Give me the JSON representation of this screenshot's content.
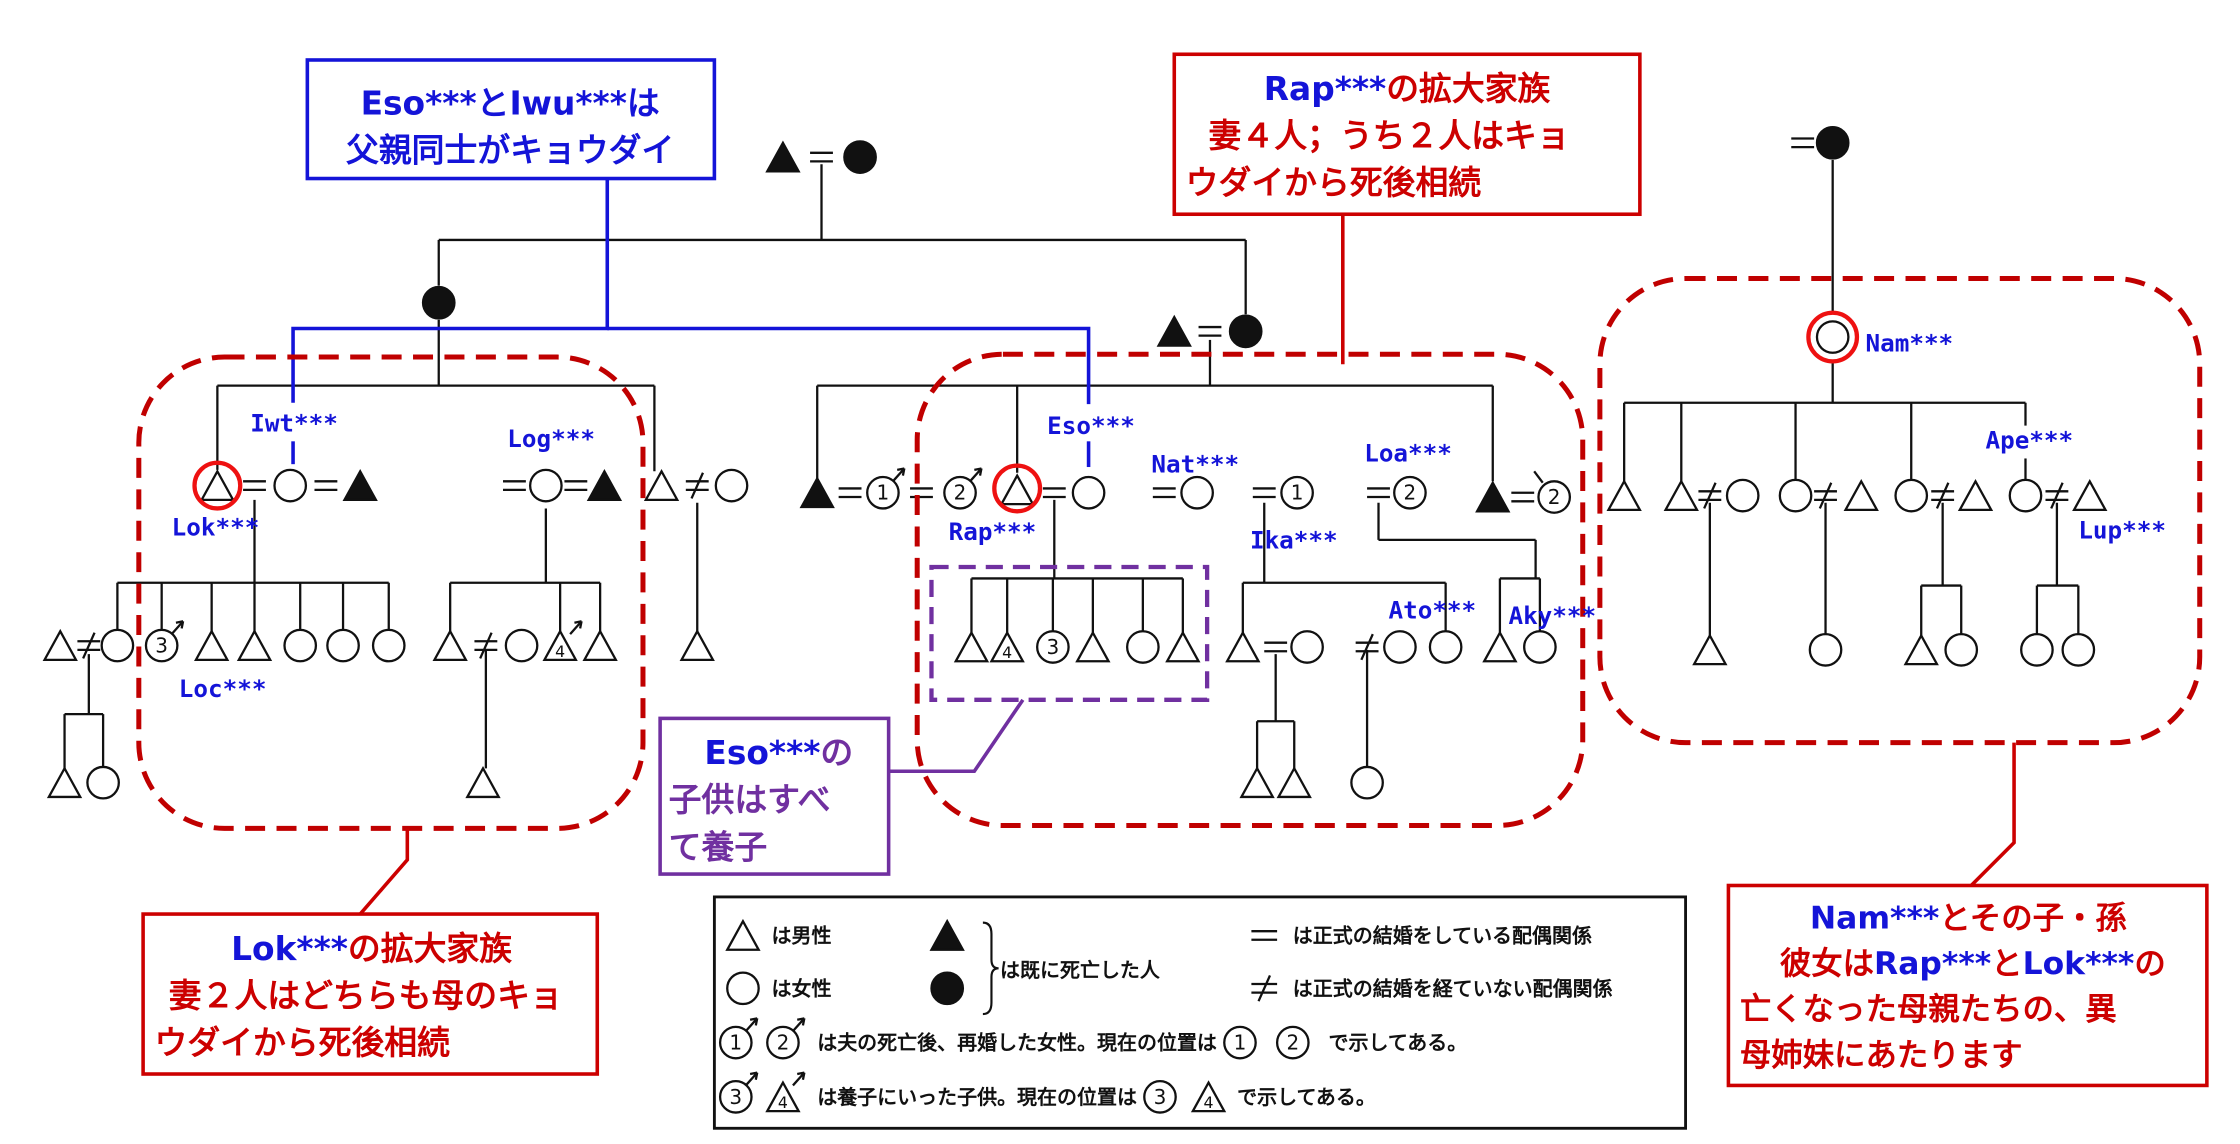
{
  "callouts": {
    "cousins": {
      "line1": "Eso***とIwu***は",
      "line2": "父親同士がキョウダイ"
    },
    "rap_family": {
      "name": "Rap***",
      "line1_rest": "の拡大家族",
      "line2": "妻４人；うち２人はキョ",
      "line3": "ウダイから死後相続"
    },
    "lok_family": {
      "name": "Lok***",
      "line1_rest": "の拡大家族",
      "line2": "妻２人はどちらも母のキョ",
      "line3": "ウダイから死後相続"
    },
    "eso_children": {
      "name": "Eso***",
      "line1_rest": "の",
      "line2": "子供はすべ",
      "line3": "て養子"
    },
    "nam_family": {
      "name": "Nam***",
      "line1_rest": "とその子・孫",
      "line2_a": "彼女は",
      "line2_name1": "Rap***",
      "line2_b": "と",
      "line2_name2": "Lok***",
      "line2_c": "の",
      "line3": "亡くなった母親たちの、異",
      "line4": "母姉妹にあたります"
    }
  },
  "names": {
    "iwt": "Iwt***",
    "lok": "Lok***",
    "loc": "Loc***",
    "log": "Log***",
    "eso": "Eso***",
    "rap": "Rap***",
    "nat": "Nat***",
    "ika": "Ika***",
    "loa": "Loa***",
    "ato": "Ato***",
    "aky": "Aky***",
    "nam": "Nam***",
    "ape": "Ape***",
    "lup": "Lup***"
  },
  "markers": {
    "one": "1",
    "two": "2",
    "three": "3",
    "four": "4"
  },
  "legend": {
    "male": "は男性",
    "female": "は女性",
    "deceased": "は既に死亡した人",
    "married": "は正式の結婚をしている配偶関係",
    "unmarried": "は正式の結婚を経ていない配偶関係",
    "remarried_a": "は夫の死亡後、再婚した女性。現在の位置は",
    "remarried_b": "で示してある。",
    "adopted_a": "は養子にいった子供。現在の位置は",
    "adopted_b": "で示してある。"
  },
  "colors": {
    "name_blue": "#1414d8",
    "callout_red": "#cc0000",
    "dashed_red": "#c00000",
    "purple": "#7030a0",
    "highlight_ring": "#ee1111"
  }
}
